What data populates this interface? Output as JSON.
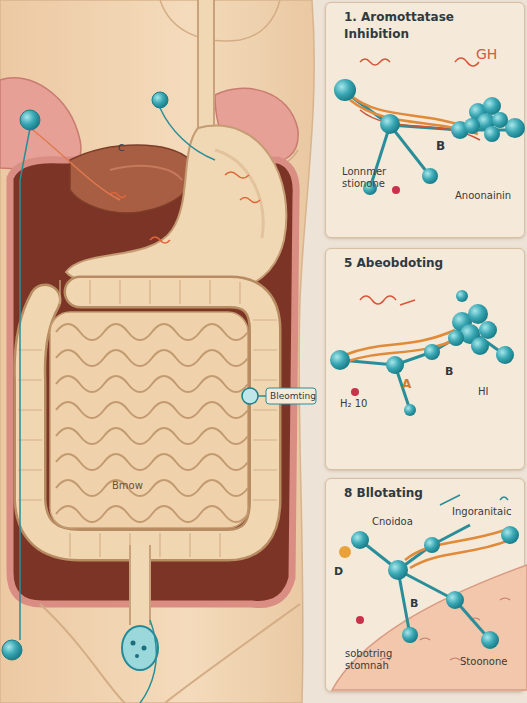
{
  "diagram": {
    "nodes": [
      {
        "text": [
          "1. Aromottatase Inhibition"
        ]
      },
      {
        "text": [
          "5 Abeobdoting"
        ]
      },
      {
        "text": [
          "8 Bllotating"
        ]
      }
    ],
    "labels": [
      "GH",
      "Lonnmer stionone",
      "Anoonainin",
      "B",
      "H₂ 10",
      "A",
      "HI",
      "B",
      "Cnoidoa",
      "Ingoranitaic",
      "D",
      "B",
      "sobotring stomnah",
      "Stoonone",
      "Bleomting",
      "Bmow",
      "C"
    ]
  }
}
